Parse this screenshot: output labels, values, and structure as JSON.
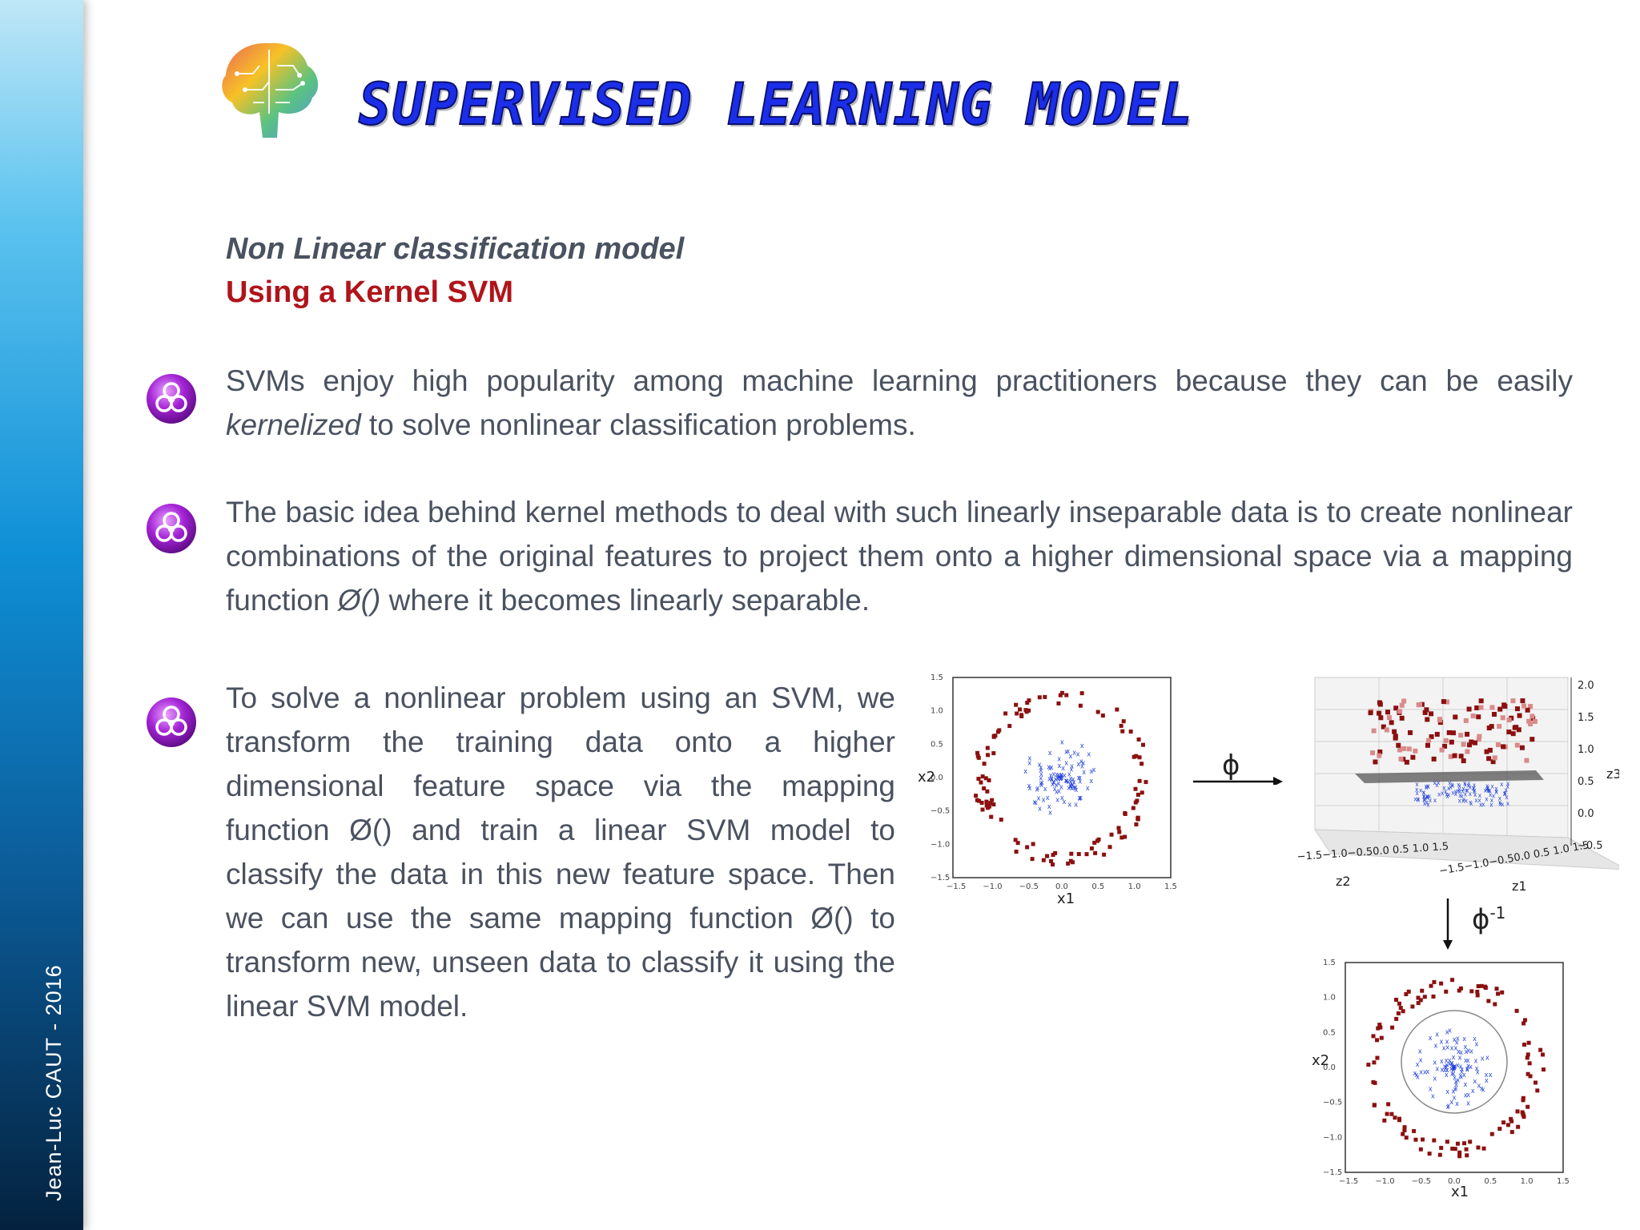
{
  "header": {
    "title": "Supervised Learning model",
    "author": "Jean-Luc CAUT - 2016"
  },
  "content": {
    "subtitle1": "Non Linear classification model",
    "subtitle2": "Using a Kernel SVM",
    "para1": {
      "before": "SVMs enjoy high popularity among machine learning practitioners because they can be easily ",
      "em": "kernelized",
      "after": " to solve nonlinear classification problems."
    },
    "para2": {
      "before": "The basic idea behind kernel methods to deal with such linearly inseparable data is to create nonlinear combinations of the original features to project them onto a higher dimensional space via a mapping function ",
      "em": "Ø()",
      "after": " where it becomes linearly separable."
    },
    "para3": "To solve a nonlinear problem using an SVM, we transform the training data onto a higher dimensional feature space via the mapping function Ø() and train a linear SVM model to classify the data in this new feature space. Then we can use the same mapping function Ø() to transform new, unseen data to classify it using the linear SVM model."
  },
  "figure": {
    "phi": "ϕ",
    "phi_inv": "ϕ-1",
    "plot2d": {
      "xlabel": "x1",
      "ylabel": "x2",
      "ticks": [
        "−1.5",
        "−1.0",
        "−0.5",
        "0.0",
        "0.5",
        "1.0",
        "1.5"
      ]
    },
    "plot3d": {
      "z1": "z1",
      "z2": "z2",
      "z3": "z3",
      "z3_ticks": [
        "2.0",
        "1.5",
        "1.0",
        "0.5",
        "0.0",
        "−0.5"
      ],
      "z1_ticks": "−1.5−1.0−0.50.0 0.5 1.0 1.5",
      "z2_ticks": "−1.5−1.0−0.50.0 0.5 1.0 1.5"
    }
  },
  "colors": {
    "outer_class": "#8b1010",
    "inner_class": "#1f3fd8",
    "accent_red": "#b0141a",
    "text": "#4a5260",
    "bullet": "#9b1ec8"
  }
}
